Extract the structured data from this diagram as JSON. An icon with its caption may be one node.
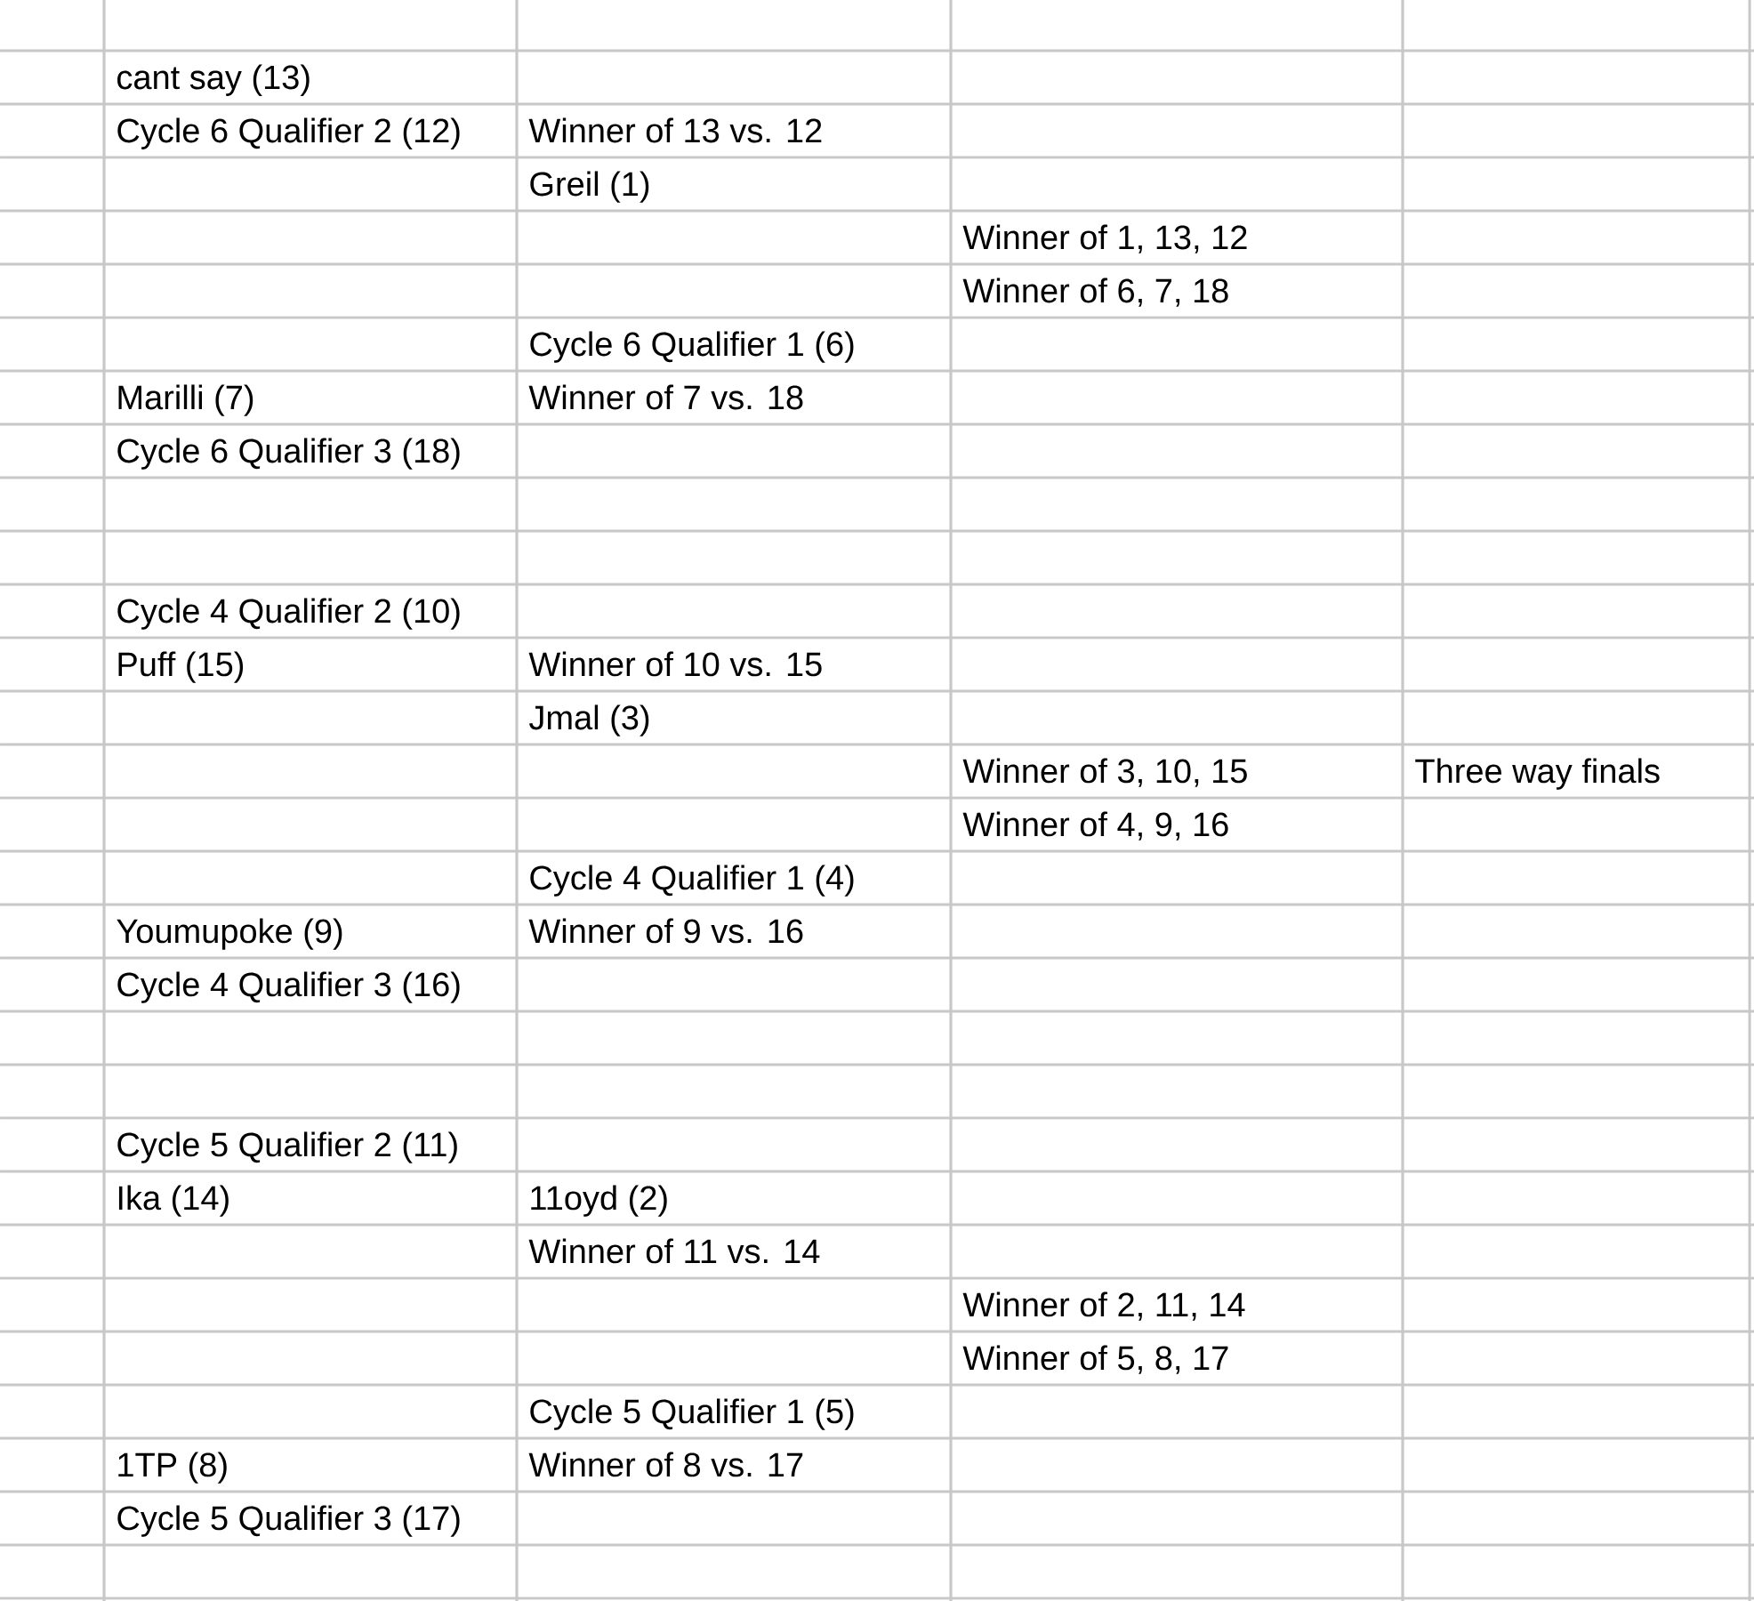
{
  "diagram": {
    "labels": [
      "cant say (13)",
      "Cycle 6 Qualifier 2 (12)",
      "Winner of 13 vs. 12",
      "Greil (1)",
      "Winner of 1, 13, 12",
      "Winner of 6, 7, 18",
      "Cycle 6 Qualifier 1 (6)",
      "Marilli (7)",
      "Winner of 7 vs. 18",
      "Cycle 6 Qualifier 3 (18)",
      "Cycle 4 Qualifier 2 (10)",
      "Puff (15)",
      "Winner of 10 vs. 15",
      "Jmal (3)",
      "Winner of 3, 10, 15",
      "Three way finals",
      "Winner of 4, 9, 16",
      "Cycle 4 Qualifier 1 (4)",
      "Youmupoke (9)",
      "Winner of 9 vs. 16",
      "Cycle 4 Qualifier 3 (16)",
      "Cycle 5 Qualifier 2 (11)",
      "Ika (14)",
      "11oyd (2)",
      "Winner of 11 vs. 14",
      "Winner of 2, 11, 14",
      "Winner of 5, 8, 17",
      "Cycle 5 Qualifier 1 (5)",
      "1TP (8)",
      "Winner of 8 vs. 17",
      "Cycle 5 Qualifier 3 (17)"
    ]
  }
}
